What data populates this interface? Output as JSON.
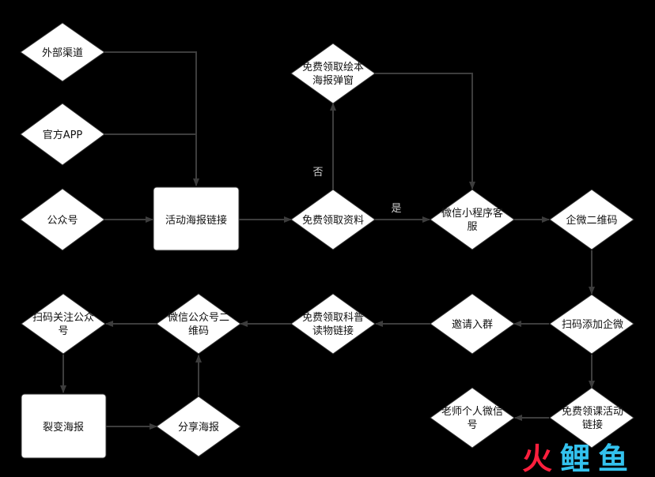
{
  "nodes": {
    "external": "外部渠道",
    "app": "官方APP",
    "official": "公众号",
    "poster_link": "活动海报链接",
    "free_material": "免费领取资料",
    "book_popup": [
      "免费领取绘本",
      "海报弹窗"
    ],
    "mini_program": [
      "微信小程序客",
      "服"
    ],
    "wecom_qr": "企微二维码",
    "scan_wecom": "扫码添加企微",
    "invite_group": "邀请入群",
    "science_book": [
      "免费领取科普",
      "读物链接"
    ],
    "wx_oa_qr": [
      "微信公众号二",
      "维码"
    ],
    "scan_follow": [
      "扫码关注公众",
      "号"
    ],
    "fission_poster": "裂变海报",
    "share_poster": "分享海报",
    "free_course": [
      "免费领课活动",
      "链接"
    ],
    "teacher_wechat": [
      "老师个人微信",
      "号"
    ]
  },
  "edge_labels": {
    "no": "否",
    "yes": "是"
  },
  "watermark": {
    "char1": "火",
    "char2": "鲤",
    "char3": "鱼",
    "color_red": "#ff1f3d",
    "color_blue": "#33c2ee"
  },
  "colors": {
    "background": "#000000",
    "node_fill": "#ffffff",
    "edge": "#3d3d3d"
  }
}
